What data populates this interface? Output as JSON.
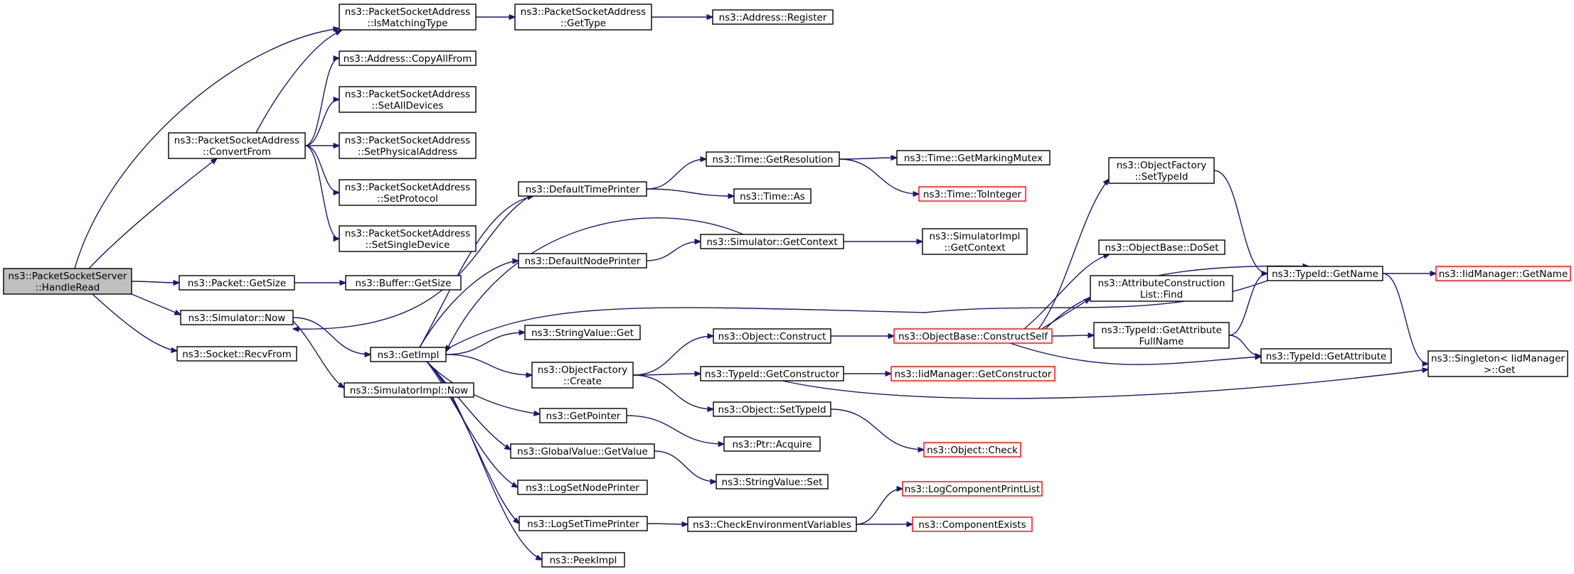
{
  "diagram": {
    "type": "call-graph",
    "colors": {
      "edge": "#191970",
      "root_fill": "#bfbfbf",
      "node_border": "#000000",
      "truncated_border": "#ff0000"
    },
    "nodes": [
      {
        "id": "handleread",
        "lines": [
          "ns3::PacketSocketServer",
          "::HandleRead"
        ],
        "root": true
      },
      {
        "id": "ismatchingtype",
        "lines": [
          "ns3::PacketSocketAddress",
          "::IsMatchingType"
        ]
      },
      {
        "id": "psa_gettype",
        "lines": [
          "ns3::PacketSocketAddress",
          "::GetType"
        ]
      },
      {
        "id": "addr_register",
        "lines": [
          "ns3::Address::Register"
        ]
      },
      {
        "id": "copyallfrom",
        "lines": [
          "ns3::Address::CopyAllFrom"
        ]
      },
      {
        "id": "setalldevices",
        "lines": [
          "ns3::PacketSocketAddress",
          "::SetAllDevices"
        ]
      },
      {
        "id": "convertfrom",
        "lines": [
          "ns3::PacketSocketAddress",
          "::ConvertFrom"
        ]
      },
      {
        "id": "setphysicaladdress",
        "lines": [
          "ns3::PacketSocketAddress",
          "::SetPhysicalAddress"
        ]
      },
      {
        "id": "setprotocol",
        "lines": [
          "ns3::PacketSocketAddress",
          "::SetProtocol"
        ]
      },
      {
        "id": "setsingledevice",
        "lines": [
          "ns3::PacketSocketAddress",
          "::SetSingleDevice"
        ]
      },
      {
        "id": "packet_getsize",
        "lines": [
          "ns3::Packet::GetSize"
        ]
      },
      {
        "id": "buffer_getsize",
        "lines": [
          "ns3::Buffer::GetSize"
        ]
      },
      {
        "id": "sim_now",
        "lines": [
          "ns3::Simulator::Now"
        ]
      },
      {
        "id": "socket_recvfrom",
        "lines": [
          "ns3::Socket::RecvFrom"
        ]
      },
      {
        "id": "getimpl",
        "lines": [
          "ns3::GetImpl"
        ]
      },
      {
        "id": "simimpl_now",
        "lines": [
          "ns3::SimulatorImpl::Now"
        ]
      },
      {
        "id": "defaulttimeprinter",
        "lines": [
          "ns3::DefaultTimePrinter"
        ]
      },
      {
        "id": "defaultnodeprinter",
        "lines": [
          "ns3::DefaultNodePrinter"
        ]
      },
      {
        "id": "stringvalue_get",
        "lines": [
          "ns3::StringValue::Get"
        ]
      },
      {
        "id": "objfactory_create",
        "lines": [
          "ns3::ObjectFactory",
          "::Create"
        ]
      },
      {
        "id": "getpointer",
        "lines": [
          "ns3::GetPointer"
        ]
      },
      {
        "id": "globalvalue_getvalue",
        "lines": [
          "ns3::GlobalValue::GetValue"
        ]
      },
      {
        "id": "logsetnodeprinter",
        "lines": [
          "ns3::LogSetNodePrinter"
        ]
      },
      {
        "id": "logsettimeprinter",
        "lines": [
          "ns3::LogSetTimePrinter"
        ]
      },
      {
        "id": "peekimpl",
        "lines": [
          "ns3::PeekImpl"
        ]
      },
      {
        "id": "time_getresolution",
        "lines": [
          "ns3::Time::GetResolution"
        ]
      },
      {
        "id": "time_as",
        "lines": [
          "ns3::Time::As"
        ]
      },
      {
        "id": "sim_getcontext",
        "lines": [
          "ns3::Simulator::GetContext"
        ]
      },
      {
        "id": "object_construct",
        "lines": [
          "ns3::Object::Construct"
        ]
      },
      {
        "id": "typeid_getconstructor",
        "lines": [
          "ns3::TypeId::GetConstructor"
        ]
      },
      {
        "id": "object_settypeid",
        "lines": [
          "ns3::Object::SetTypeId"
        ]
      },
      {
        "id": "ptr_acquire",
        "lines": [
          "ns3::Ptr::Acquire"
        ]
      },
      {
        "id": "stringvalue_set",
        "lines": [
          "ns3::StringValue::Set"
        ]
      },
      {
        "id": "checkenvvars",
        "lines": [
          "ns3::CheckEnvironmentVariables"
        ]
      },
      {
        "id": "time_getmarkingmutex",
        "lines": [
          "ns3::Time::GetMarkingMutex"
        ]
      },
      {
        "id": "time_tointeger",
        "lines": [
          "ns3::Time::ToInteger"
        ],
        "truncated": true
      },
      {
        "id": "simimpl_getcontext",
        "lines": [
          "ns3::SimulatorImpl",
          "::GetContext"
        ]
      },
      {
        "id": "objbase_constructself",
        "lines": [
          "ns3::ObjectBase::ConstructSelf"
        ],
        "truncated": true
      },
      {
        "id": "iidmgr_getconstructor",
        "lines": [
          "ns3::IidManager::GetConstructor"
        ],
        "truncated": true
      },
      {
        "id": "object_check",
        "lines": [
          "ns3::Object::Check"
        ],
        "truncated": true
      },
      {
        "id": "logcomponentprintlist",
        "lines": [
          "ns3::LogComponentPrintList"
        ],
        "truncated": true
      },
      {
        "id": "componentexists",
        "lines": [
          "ns3::ComponentExists"
        ],
        "truncated": true
      },
      {
        "id": "objfactory_settypeid",
        "lines": [
          "ns3::ObjectFactory",
          "::SetTypeId"
        ]
      },
      {
        "id": "objbase_doset",
        "lines": [
          "ns3::ObjectBase::DoSet"
        ]
      },
      {
        "id": "attrconstrlist_find",
        "lines": [
          "ns3::AttributeConstruction",
          "List::Find"
        ]
      },
      {
        "id": "typeid_getattrfullname",
        "lines": [
          "ns3::TypeId::GetAttribute",
          "FullName"
        ]
      },
      {
        "id": "typeid_getname",
        "lines": [
          "ns3::TypeId::GetName"
        ]
      },
      {
        "id": "typeid_getattribute",
        "lines": [
          "ns3::TypeId::GetAttribute"
        ]
      },
      {
        "id": "iidmgr_getname",
        "lines": [
          "ns3::IidManager::GetName"
        ],
        "truncated": true
      },
      {
        "id": "singleton_get",
        "lines": [
          "ns3::Singleton< IidManager",
          " >::Get"
        ]
      }
    ],
    "edges": [
      [
        "handleread",
        "ismatchingtype"
      ],
      [
        "handleread",
        "convertfrom"
      ],
      [
        "handleread",
        "packet_getsize"
      ],
      [
        "handleread",
        "sim_now"
      ],
      [
        "handleread",
        "socket_recvfrom"
      ],
      [
        "ismatchingtype",
        "psa_gettype"
      ],
      [
        "psa_gettype",
        "addr_register"
      ],
      [
        "convertfrom",
        "ismatchingtype"
      ],
      [
        "convertfrom",
        "copyallfrom"
      ],
      [
        "convertfrom",
        "setalldevices"
      ],
      [
        "convertfrom",
        "setphysicaladdress"
      ],
      [
        "convertfrom",
        "setprotocol"
      ],
      [
        "convertfrom",
        "setsingledevice"
      ],
      [
        "packet_getsize",
        "buffer_getsize"
      ],
      [
        "sim_now",
        "getimpl"
      ],
      [
        "sim_now",
        "simimpl_now"
      ],
      [
        "getimpl",
        "defaulttimeprinter"
      ],
      [
        "getimpl",
        "defaultnodeprinter"
      ],
      [
        "getimpl",
        "stringvalue_get"
      ],
      [
        "getimpl",
        "objfactory_create"
      ],
      [
        "getimpl",
        "getpointer"
      ],
      [
        "getimpl",
        "globalvalue_getvalue"
      ],
      [
        "getimpl",
        "logsetnodeprinter"
      ],
      [
        "getimpl",
        "logsettimeprinter"
      ],
      [
        "getimpl",
        "peekimpl"
      ],
      [
        "defaulttimeprinter",
        "sim_now"
      ],
      [
        "defaulttimeprinter",
        "time_getresolution"
      ],
      [
        "defaulttimeprinter",
        "time_as"
      ],
      [
        "defaultnodeprinter",
        "sim_getcontext"
      ],
      [
        "sim_getcontext",
        "getimpl"
      ],
      [
        "sim_getcontext",
        "simimpl_getcontext"
      ],
      [
        "time_getresolution",
        "time_getmarkingmutex"
      ],
      [
        "time_getresolution",
        "time_tointeger"
      ],
      [
        "objfactory_create",
        "object_construct"
      ],
      [
        "objfactory_create",
        "typeid_getconstructor"
      ],
      [
        "objfactory_create",
        "object_settypeid"
      ],
      [
        "object_construct",
        "objbase_constructself"
      ],
      [
        "typeid_getconstructor",
        "iidmgr_getconstructor"
      ],
      [
        "typeid_getconstructor",
        "singleton_get"
      ],
      [
        "object_settypeid",
        "object_check"
      ],
      [
        "getpointer",
        "ptr_acquire"
      ],
      [
        "globalvalue_getvalue",
        "stringvalue_set"
      ],
      [
        "logsettimeprinter",
        "checkenvvars"
      ],
      [
        "checkenvvars",
        "logcomponentprintlist"
      ],
      [
        "checkenvvars",
        "componentexists"
      ],
      [
        "objbase_constructself",
        "objfactory_settypeid"
      ],
      [
        "objbase_constructself",
        "objbase_doset"
      ],
      [
        "objbase_constructself",
        "attrconstrlist_find"
      ],
      [
        "objbase_constructself",
        "typeid_getattrfullname"
      ],
      [
        "objbase_constructself",
        "typeid_getname"
      ],
      [
        "objbase_constructself",
        "typeid_getattribute"
      ],
      [
        "objfactory_settypeid",
        "typeid_getname"
      ],
      [
        "typeid_getattrfullname",
        "typeid_getname"
      ],
      [
        "typeid_getattrfullname",
        "typeid_getattribute"
      ],
      [
        "typeid_getname",
        "iidmgr_getname"
      ],
      [
        "typeid_getname",
        "singleton_get"
      ],
      [
        "getimpl",
        "typeid_getname"
      ]
    ]
  }
}
